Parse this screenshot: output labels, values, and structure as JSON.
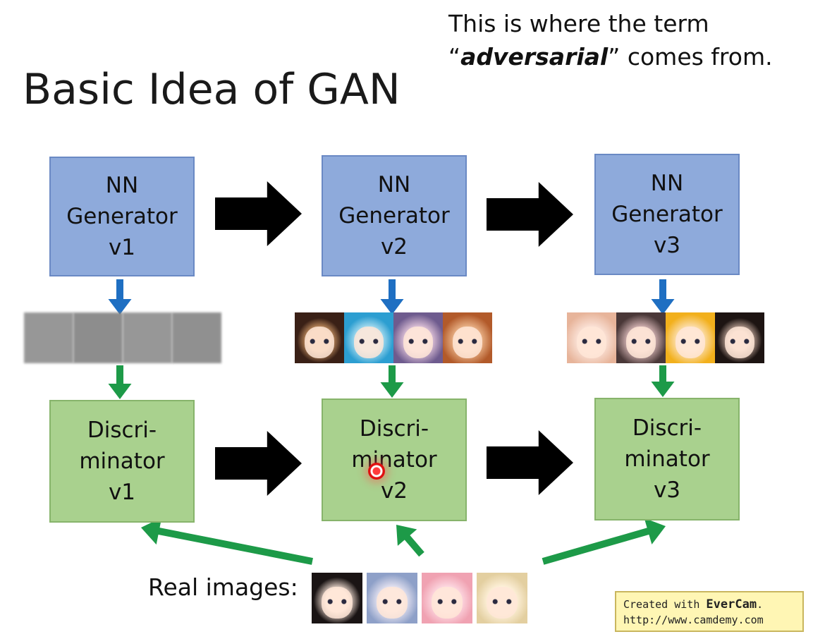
{
  "note": {
    "line1": "This is where the term",
    "quote_open": "“",
    "emph": "adversarial",
    "quote_rest": "” comes from."
  },
  "title": "Basic Idea of GAN",
  "generators": [
    {
      "l1": "NN",
      "l2": "Generator",
      "l3": "v1"
    },
    {
      "l1": "NN",
      "l2": "Generator",
      "l3": "v2"
    },
    {
      "l1": "NN",
      "l2": "Generator",
      "l3": "v3"
    }
  ],
  "discriminators": [
    {
      "l1": "Discri-",
      "l2": "minator",
      "l3": "v1"
    },
    {
      "l1": "Discri-",
      "l2": "minator",
      "l3": "v2"
    },
    {
      "l1": "Discri-",
      "l2": "minator",
      "l3": "v3"
    }
  ],
  "real_images_label": "Real images:",
  "watermark": {
    "prefix": "Created with ",
    "brand": "EverCam",
    "suffix": ".",
    "url": "http://www.camdemy.com"
  },
  "colors": {
    "generator": "#8eaadb",
    "discriminator": "#a9d18e",
    "arrow_black": "#000000",
    "arrow_blue": "#1f6fc2",
    "arrow_green": "#1d9a48"
  }
}
